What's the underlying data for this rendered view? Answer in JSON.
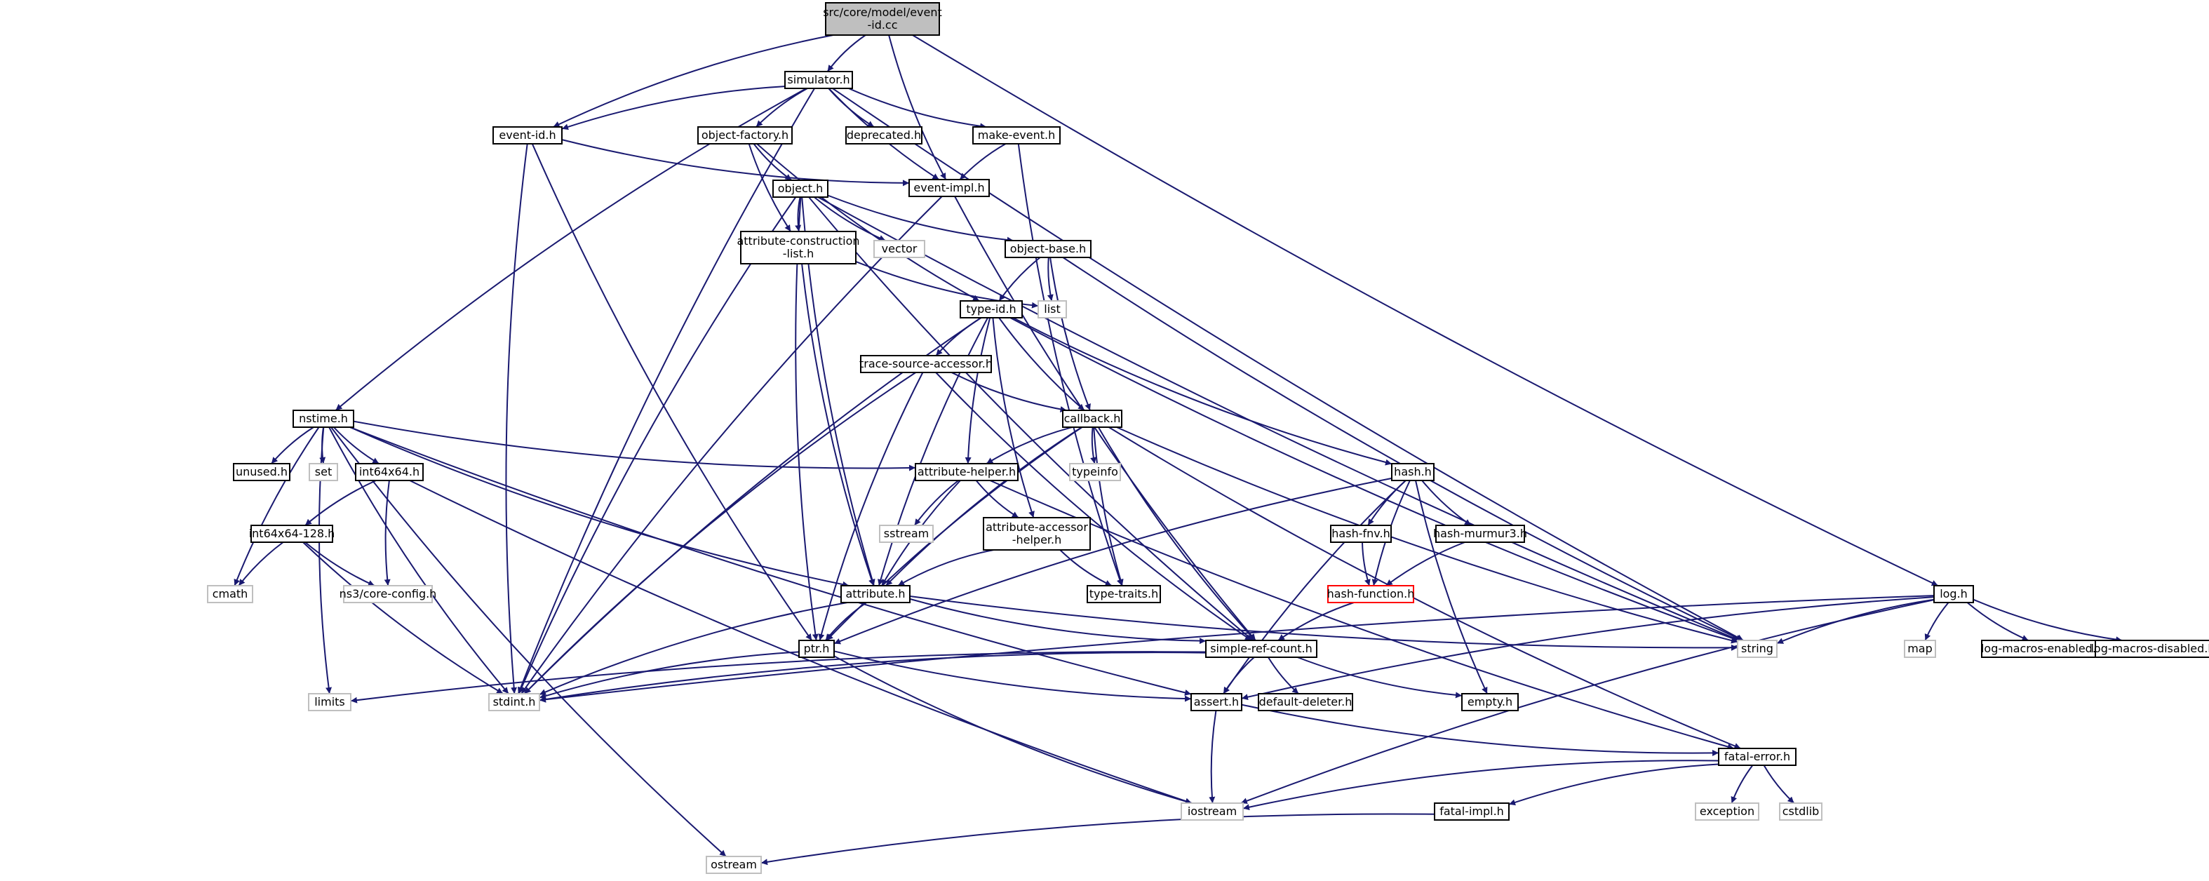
{
  "colors": {
    "edge": "#191970",
    "root_fill": "#bfbfbf",
    "node_border": "#000000",
    "system_border": "#bfbfbf",
    "undocumented_border": "#ff0000"
  },
  "nodes": {
    "root": {
      "label": [
        "src/core/model/event",
        "-id.cc"
      ],
      "kind": "root"
    },
    "simulator": {
      "label": [
        "simulator.h"
      ],
      "kind": "doc"
    },
    "eventid": {
      "label": [
        "event-id.h"
      ],
      "kind": "doc"
    },
    "objfactory": {
      "label": [
        "object-factory.h"
      ],
      "kind": "doc"
    },
    "deprecated": {
      "label": [
        "deprecated.h"
      ],
      "kind": "doc"
    },
    "makeevent": {
      "label": [
        "make-event.h"
      ],
      "kind": "doc"
    },
    "eventimpl": {
      "label": [
        "event-impl.h"
      ],
      "kind": "doc"
    },
    "object": {
      "label": [
        "object.h"
      ],
      "kind": "doc"
    },
    "attrcons": {
      "label": [
        "attribute-construction",
        "-list.h"
      ],
      "kind": "doc"
    },
    "vector": {
      "label": [
        "vector"
      ],
      "kind": "sys"
    },
    "objectbase": {
      "label": [
        "object-base.h"
      ],
      "kind": "doc"
    },
    "list": {
      "label": [
        "list"
      ],
      "kind": "sys"
    },
    "typeid": {
      "label": [
        "type-id.h"
      ],
      "kind": "doc"
    },
    "tsa": {
      "label": [
        "trace-source-accessor.h"
      ],
      "kind": "doc"
    },
    "callback": {
      "label": [
        "callback.h"
      ],
      "kind": "doc"
    },
    "nstime": {
      "label": [
        "nstime.h"
      ],
      "kind": "doc"
    },
    "unused": {
      "label": [
        "unused.h"
      ],
      "kind": "doc"
    },
    "set": {
      "label": [
        "set"
      ],
      "kind": "sys"
    },
    "int64x64": {
      "label": [
        "int64x64.h"
      ],
      "kind": "doc"
    },
    "int128": {
      "label": [
        "int64x64-128.h"
      ],
      "kind": "doc"
    },
    "cmath": {
      "label": [
        "cmath"
      ],
      "kind": "sys"
    },
    "nsconfig": {
      "label": [
        "ns3/core-config.h"
      ],
      "kind": "sys"
    },
    "attrhelper": {
      "label": [
        "attribute-helper.h"
      ],
      "kind": "doc"
    },
    "sstream": {
      "label": [
        "sstream"
      ],
      "kind": "sys"
    },
    "typeinfo": {
      "label": [
        "typeinfo"
      ],
      "kind": "sys"
    },
    "attracc": {
      "label": [
        "attribute-accessor",
        "-helper.h"
      ],
      "kind": "doc"
    },
    "attribute": {
      "label": [
        "attribute.h"
      ],
      "kind": "doc"
    },
    "typetraits": {
      "label": [
        "type-traits.h"
      ],
      "kind": "doc"
    },
    "hash": {
      "label": [
        "hash.h"
      ],
      "kind": "doc"
    },
    "hashfnv": {
      "label": [
        "hash-fnv.h"
      ],
      "kind": "doc"
    },
    "hashmurmur": {
      "label": [
        "hash-murmur3.h"
      ],
      "kind": "doc"
    },
    "hashfunc": {
      "label": [
        "hash-function.h"
      ],
      "kind": "nodoc"
    },
    "ptr": {
      "label": [
        "ptr.h"
      ],
      "kind": "doc"
    },
    "srefcount": {
      "label": [
        "simple-ref-count.h"
      ],
      "kind": "doc"
    },
    "string": {
      "label": [
        "string"
      ],
      "kind": "sys"
    },
    "limits": {
      "label": [
        "limits"
      ],
      "kind": "sys"
    },
    "stdint": {
      "label": [
        "stdint.h"
      ],
      "kind": "sys"
    },
    "assert": {
      "label": [
        "assert.h"
      ],
      "kind": "doc"
    },
    "defdeleter": {
      "label": [
        "default-deleter.h"
      ],
      "kind": "doc"
    },
    "empty": {
      "label": [
        "empty.h"
      ],
      "kind": "doc"
    },
    "fatalerror": {
      "label": [
        "fatal-error.h"
      ],
      "kind": "doc"
    },
    "iostream": {
      "label": [
        "iostream"
      ],
      "kind": "sys"
    },
    "exception": {
      "label": [
        "exception"
      ],
      "kind": "sys"
    },
    "cstdlib": {
      "label": [
        "cstdlib"
      ],
      "kind": "sys"
    },
    "fatalimpl": {
      "label": [
        "fatal-impl.h"
      ],
      "kind": "doc"
    },
    "ostream": {
      "label": [
        "ostream"
      ],
      "kind": "sys"
    },
    "log": {
      "label": [
        "log.h"
      ],
      "kind": "doc"
    },
    "map": {
      "label": [
        "map"
      ],
      "kind": "sys"
    },
    "logen": {
      "label": [
        "log-macros-enabled.h"
      ],
      "kind": "doc"
    },
    "logdis": {
      "label": [
        "log-macros-disabled.h"
      ],
      "kind": "doc"
    }
  },
  "edges": [
    [
      "root",
      "simulator"
    ],
    [
      "root",
      "eventid"
    ],
    [
      "root",
      "eventimpl"
    ],
    [
      "root",
      "log"
    ],
    [
      "simulator",
      "eventid"
    ],
    [
      "simulator",
      "objfactory"
    ],
    [
      "simulator",
      "deprecated"
    ],
    [
      "simulator",
      "makeevent"
    ],
    [
      "simulator",
      "eventimpl"
    ],
    [
      "simulator",
      "nstime"
    ],
    [
      "simulator",
      "stdint"
    ],
    [
      "simulator",
      "string"
    ],
    [
      "eventid",
      "eventimpl"
    ],
    [
      "eventid",
      "ptr"
    ],
    [
      "eventid",
      "stdint"
    ],
    [
      "makeevent",
      "eventimpl"
    ],
    [
      "makeevent",
      "typetraits"
    ],
    [
      "eventimpl",
      "srefcount"
    ],
    [
      "eventimpl",
      "stdint"
    ],
    [
      "objfactory",
      "object"
    ],
    [
      "objfactory",
      "attrcons"
    ],
    [
      "objfactory",
      "typeid"
    ],
    [
      "object",
      "attrcons"
    ],
    [
      "object",
      "vector"
    ],
    [
      "object",
      "objectbase"
    ],
    [
      "object",
      "string"
    ],
    [
      "object",
      "srefcount"
    ],
    [
      "object",
      "attribute"
    ],
    [
      "object",
      "ptr"
    ],
    [
      "object",
      "stdint"
    ],
    [
      "attrcons",
      "list"
    ],
    [
      "attrcons",
      "attribute"
    ],
    [
      "objectbase",
      "typeid"
    ],
    [
      "objectbase",
      "list"
    ],
    [
      "objectbase",
      "callback"
    ],
    [
      "objectbase",
      "string"
    ],
    [
      "typeid",
      "tsa"
    ],
    [
      "typeid",
      "callback"
    ],
    [
      "typeid",
      "attrhelper"
    ],
    [
      "typeid",
      "attracc"
    ],
    [
      "typeid",
      "hash"
    ],
    [
      "typeid",
      "string"
    ],
    [
      "typeid",
      "attribute"
    ],
    [
      "typeid",
      "stdint"
    ],
    [
      "tsa",
      "callback"
    ],
    [
      "tsa",
      "ptr"
    ],
    [
      "tsa",
      "srefcount"
    ],
    [
      "tsa",
      "stdint"
    ],
    [
      "callback",
      "attrhelper"
    ],
    [
      "callback",
      "typeinfo"
    ],
    [
      "callback",
      "typetraits"
    ],
    [
      "callback",
      "srefcount"
    ],
    [
      "callback",
      "attribute"
    ],
    [
      "callback",
      "ptr"
    ],
    [
      "callback",
      "fatalerror"
    ],
    [
      "callback",
      "string"
    ],
    [
      "nstime",
      "unused"
    ],
    [
      "nstime",
      "set"
    ],
    [
      "nstime",
      "int64x64"
    ],
    [
      "nstime",
      "cmath"
    ],
    [
      "nstime",
      "attrhelper"
    ],
    [
      "nstime",
      "attribute"
    ],
    [
      "nstime",
      "assert"
    ],
    [
      "nstime",
      "limits"
    ],
    [
      "nstime",
      "stdint"
    ],
    [
      "nstime",
      "ostream"
    ],
    [
      "int64x64",
      "int128"
    ],
    [
      "int64x64",
      "nsconfig"
    ],
    [
      "int64x64",
      "iostream"
    ],
    [
      "int128",
      "cmath"
    ],
    [
      "int128",
      "nsconfig"
    ],
    [
      "int128",
      "stdint"
    ],
    [
      "attrhelper",
      "sstream"
    ],
    [
      "attrhelper",
      "attracc"
    ],
    [
      "attrhelper",
      "attribute"
    ],
    [
      "attrhelper",
      "fatalerror"
    ],
    [
      "attracc",
      "attribute"
    ],
    [
      "attracc",
      "typetraits"
    ],
    [
      "attribute",
      "ptr"
    ],
    [
      "attribute",
      "srefcount"
    ],
    [
      "attribute",
      "string"
    ],
    [
      "attribute",
      "stdint"
    ],
    [
      "hash",
      "hashfnv"
    ],
    [
      "hash",
      "hashmurmur"
    ],
    [
      "hash",
      "hashfunc"
    ],
    [
      "hash",
      "ptr"
    ],
    [
      "hash",
      "assert"
    ],
    [
      "hash",
      "empty"
    ],
    [
      "hashfnv",
      "hashfunc"
    ],
    [
      "hashmurmur",
      "hashfunc"
    ],
    [
      "hashfunc",
      "srefcount"
    ],
    [
      "ptr",
      "assert"
    ],
    [
      "ptr",
      "stdint"
    ],
    [
      "ptr",
      "iostream"
    ],
    [
      "srefcount",
      "assert"
    ],
    [
      "srefcount",
      "defdeleter"
    ],
    [
      "srefcount",
      "empty"
    ],
    [
      "srefcount",
      "limits"
    ],
    [
      "srefcount",
      "stdint"
    ],
    [
      "assert",
      "fatalerror"
    ],
    [
      "assert",
      "iostream"
    ],
    [
      "fatalerror",
      "iostream"
    ],
    [
      "fatalerror",
      "exception"
    ],
    [
      "fatalerror",
      "cstdlib"
    ],
    [
      "fatalerror",
      "fatalimpl"
    ],
    [
      "fatalimpl",
      "ostream"
    ],
    [
      "log",
      "string"
    ],
    [
      "log",
      "map"
    ],
    [
      "log",
      "logen"
    ],
    [
      "log",
      "logdis"
    ],
    [
      "log",
      "iostream"
    ],
    [
      "log",
      "assert"
    ],
    [
      "log",
      "stdint"
    ]
  ]
}
